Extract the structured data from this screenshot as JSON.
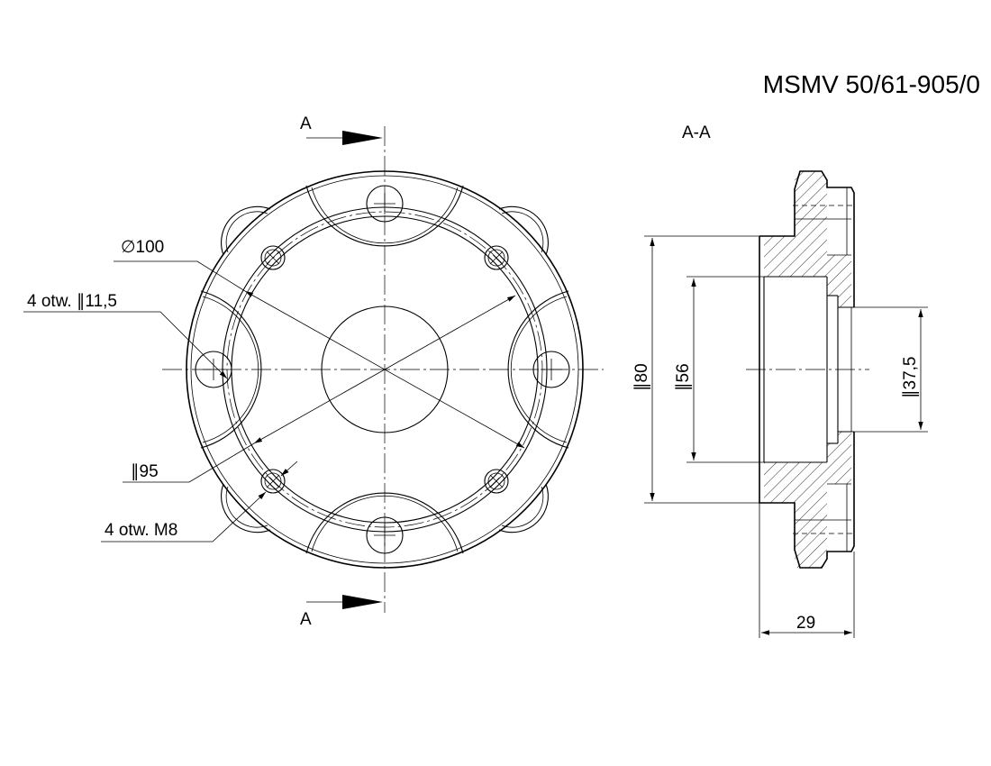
{
  "drawing_number": "MSMV 50/61-905/0",
  "section_mark_top": "A",
  "section_mark_bottom": "A",
  "section_title": "A-A",
  "front_view": {
    "dim_outer_pcd": "∅100",
    "dim_inner_pcd": "∥95",
    "holes_through": "4 otw. ∥11,5",
    "holes_threaded": "4 otw. M8"
  },
  "section_view": {
    "dim_80": "∥80",
    "dim_56": "∥56",
    "dim_37_5": "∥37,5",
    "dim_length": "29"
  }
}
